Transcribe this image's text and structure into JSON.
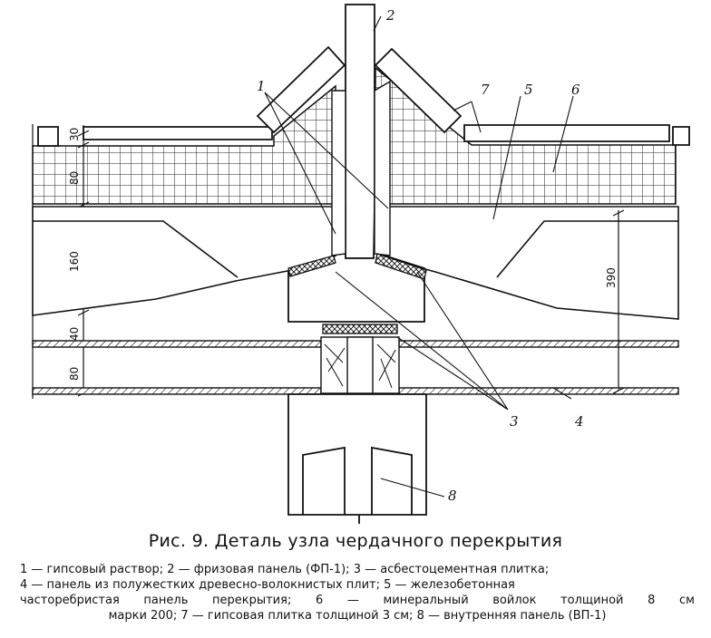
{
  "figure": {
    "caption": "Рис. 9. Деталь узла чердачного перекрытия",
    "dimensions": [
      "30",
      "80",
      "160",
      "40",
      "80",
      "390"
    ],
    "callouts": [
      "1",
      "2",
      "3",
      "4",
      "5",
      "6",
      "7",
      "8"
    ],
    "legend_lines": [
      "1 — гипсовый раствор; 2 — фризовая панель (ФП-1); 3 — асбестоцементная плитка;",
      "4 — панель из полужестких древесно-волокнистых плит; 5 — железобетонная",
      "часторебристая панель перекрытия; 6 — минеральный войлок толщиной 8 см",
      "марки 200; 7 — гипсовая плитка толщиной 3 см; 8 — внутренняя панель (ВП-1)"
    ]
  }
}
